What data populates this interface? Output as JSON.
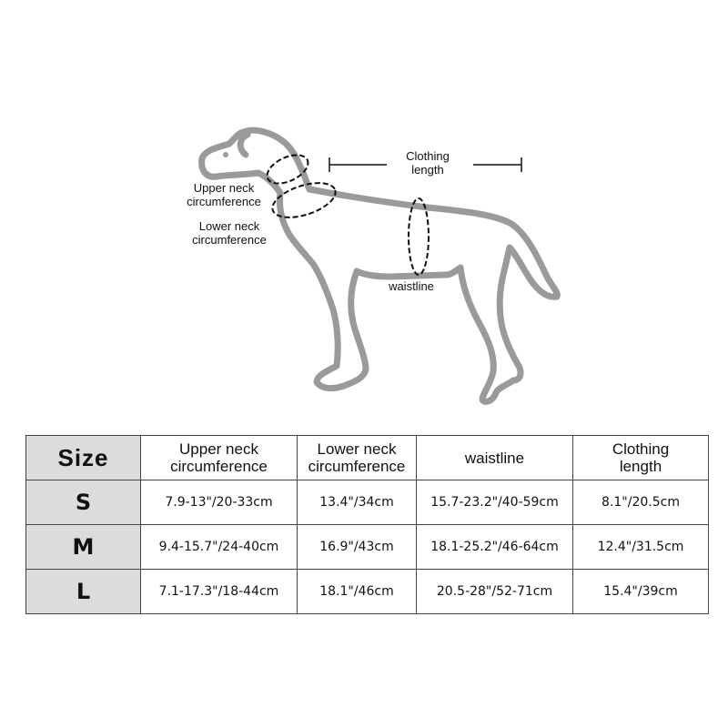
{
  "diagram": {
    "labels": {
      "clothing_length": "Clothing\nlength",
      "upper_neck": "Upper neck\ncircumference",
      "lower_neck": "Lower neck\ncircumference",
      "waistline": "waistline"
    },
    "colors": {
      "dog_outline": "#9a9a9a",
      "marker": "#111111"
    }
  },
  "table": {
    "headers": [
      "Size",
      "Upper neck\ncircumference",
      "Lower neck\ncircumference",
      "waistline",
      "Clothing\nlength"
    ],
    "rows": [
      {
        "size": "S",
        "upper_neck": "7.9-13\"/20-33cm",
        "lower_neck": "13.4\"/34cm",
        "waistline": "15.7-23.2\"/40-59cm",
        "clothing_length": "8.1\"/20.5cm"
      },
      {
        "size": "M",
        "upper_neck": "9.4-15.7\"/24-40cm",
        "lower_neck": "16.9\"/43cm",
        "waistline": "18.1-25.2\"/46-64cm",
        "clothing_length": "12.4\"/31.5cm"
      },
      {
        "size": "L",
        "upper_neck": "7.1-17.3\"/18-44cm",
        "lower_neck": "18.1\"/46cm",
        "waistline": "20.5-28\"/52-71cm",
        "clothing_length": "15.4\"/39cm"
      }
    ],
    "colors": {
      "size_column_bg": "#dcdcdc",
      "border": "#444444"
    }
  }
}
